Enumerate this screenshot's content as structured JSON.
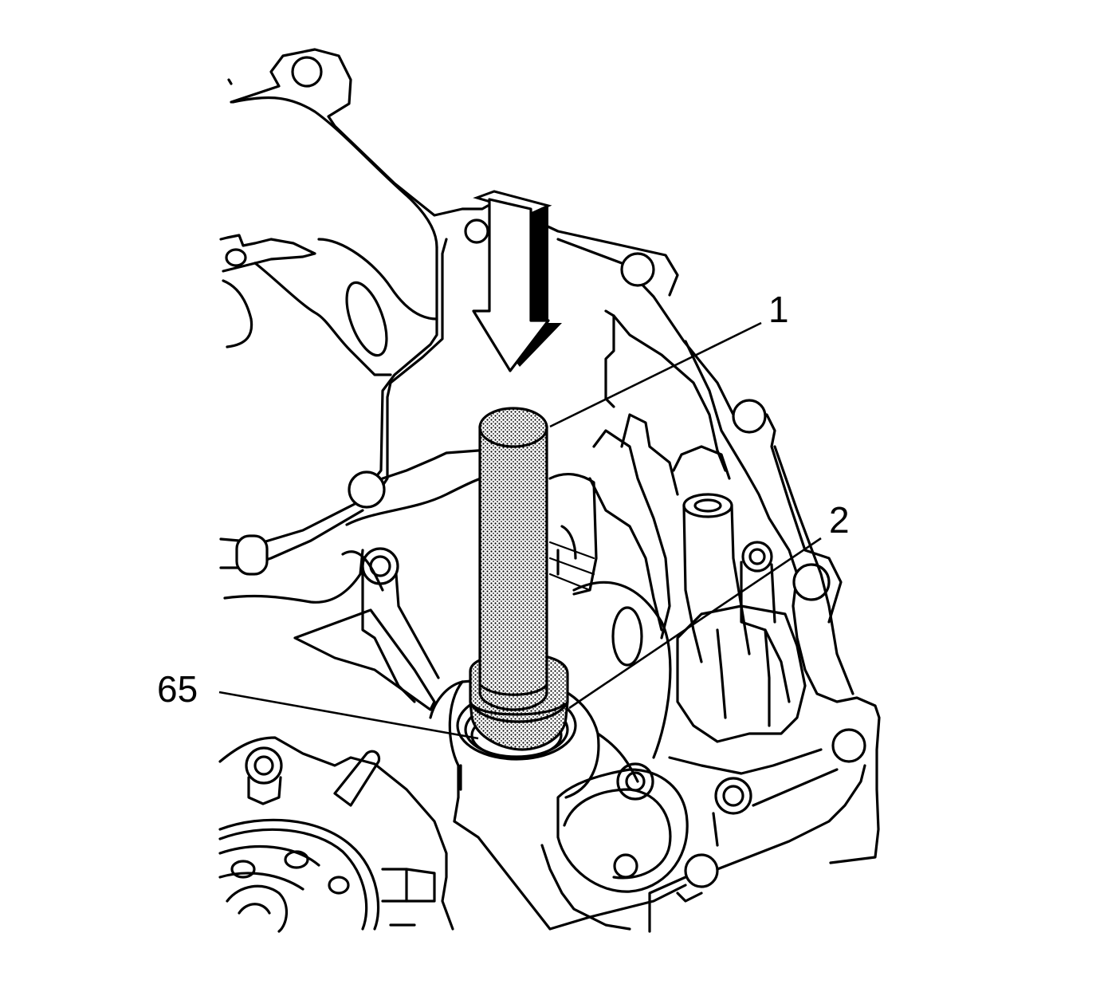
{
  "callouts": [
    {
      "id": "1",
      "label": "1"
    },
    {
      "id": "2",
      "label": "2"
    },
    {
      "id": "65",
      "label": "65"
    }
  ]
}
